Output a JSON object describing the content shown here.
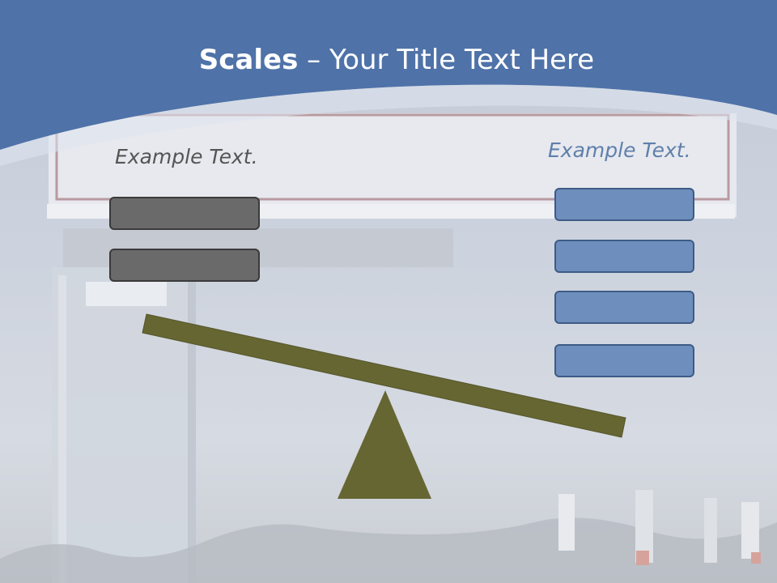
{
  "slide": {
    "title_bold": "Scales",
    "title_rest": " – Your Title Text Here"
  },
  "left_side": {
    "label": "Example Text.",
    "box_count": 2,
    "box_color": "#6a6a6a"
  },
  "right_side": {
    "label": "Example Text.",
    "box_count": 4,
    "box_color": "#6e8fbd"
  },
  "scale": {
    "beam_color": "#666633",
    "fulcrum_color": "#666633",
    "tilt": "left side raised"
  },
  "colors": {
    "header_blue": "#4f72a8",
    "label_left": "#555555",
    "label_right": "#5f7fab"
  }
}
